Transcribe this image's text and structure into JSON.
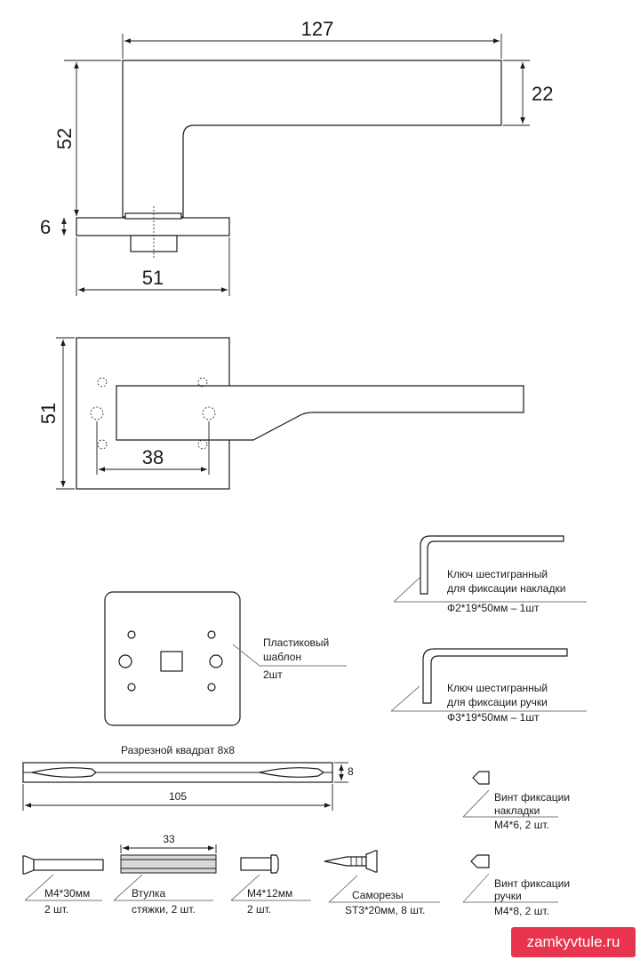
{
  "top_view": {
    "dim_length": "127",
    "dim_height": "52",
    "dim_lever": "22",
    "dim_base": "6",
    "dim_rose_width": "51"
  },
  "side_view": {
    "dim_rose_height": "51",
    "dim_holes": "38"
  },
  "parts": {
    "template": {
      "line1": "Пластиковый",
      "line2": "шаблон",
      "qty": "2шт"
    },
    "hex_key_cover": {
      "line1": "Ключ шестигранный",
      "line2": "для фиксации накладки",
      "spec": "Ф2*19*50мм – 1шт"
    },
    "hex_key_handle": {
      "line1": "Ключ шестигранный",
      "line2": "для фиксации ручки",
      "spec": "Ф3*19*50мм – 1шт"
    },
    "spindle": {
      "title": "Разрезной квадрат 8х8",
      "dim_thickness": "8",
      "dim_length": "105"
    },
    "set_screw_cover": {
      "line1": "Винт фиксации",
      "line2": "накладки",
      "spec": "М4*6, 2 шт."
    },
    "set_screw_handle": {
      "line1": "Винт фиксации",
      "line2": "ручки",
      "spec": "М4*8, 2 шт."
    },
    "bolt_30": {
      "spec": "М4*30мм",
      "qty": "2 шт."
    },
    "bushing": {
      "dim_length": "33",
      "line1": "Втулка",
      "line2": "стяжки, 2 шт."
    },
    "bolt_12": {
      "spec": "М4*12мм",
      "qty": "2 шт."
    },
    "wood_screws": {
      "name": "Саморезы",
      "spec": "ST3*20мм, 8 шт."
    }
  },
  "watermark": "zamkyvtule.ru"
}
